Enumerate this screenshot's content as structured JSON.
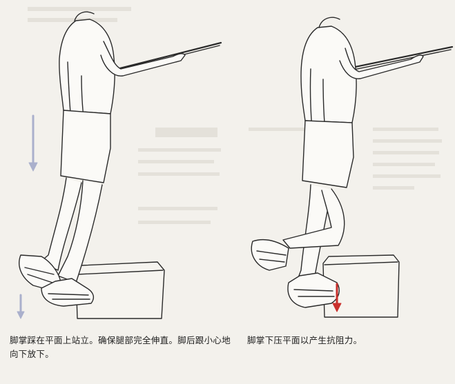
{
  "figures": [
    {
      "id": "left",
      "caption": "脚掌踩在平面上站立。确保腿部完全伸直。脚后跟小心地向下放下。",
      "arrow_color": "#aab0cc"
    },
    {
      "id": "right",
      "caption": "脚掌下压平面以产生抗阻力。",
      "arrow_color": "#c9302c"
    }
  ]
}
